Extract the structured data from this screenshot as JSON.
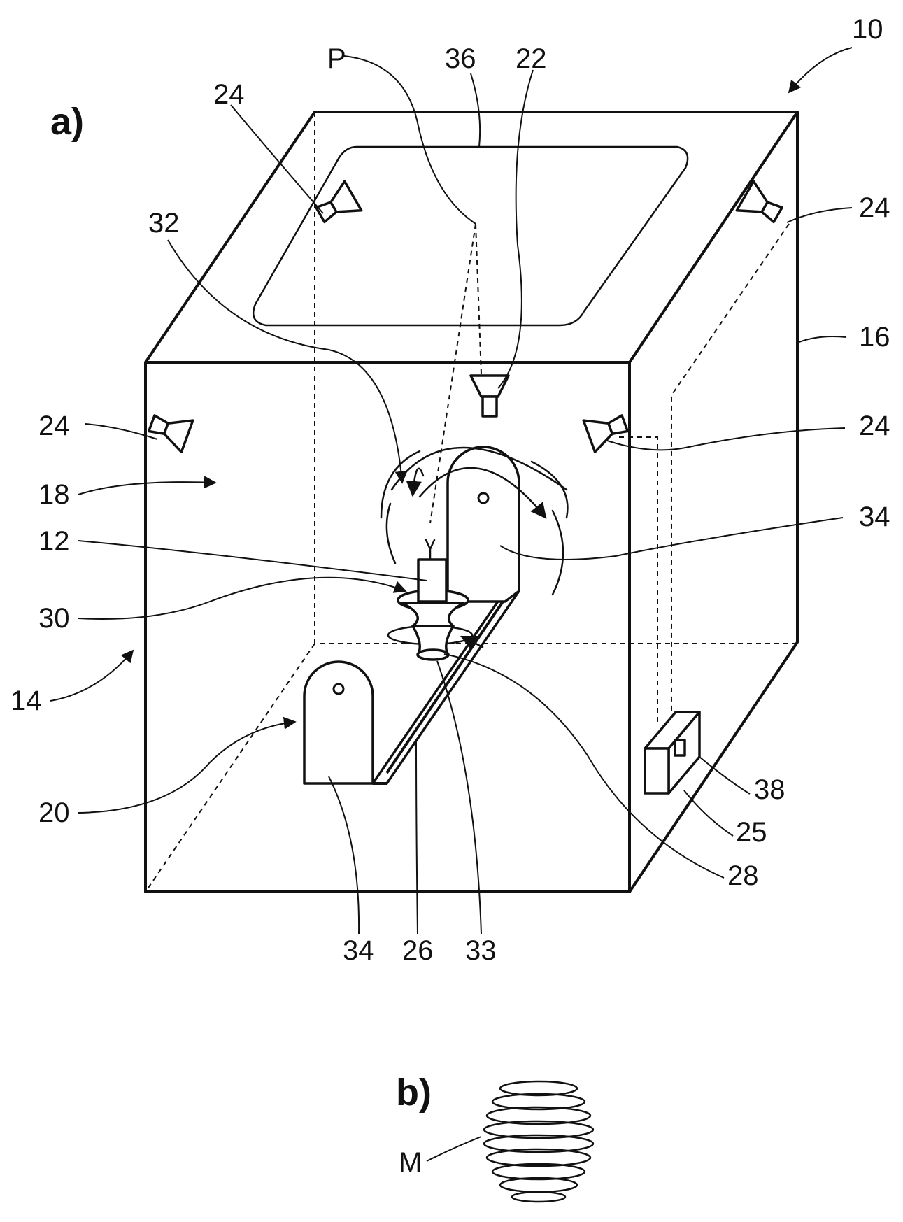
{
  "panels": {
    "a": "a)",
    "b": "b)"
  },
  "labels": {
    "device": "10",
    "sample": "12",
    "enclosure": "14",
    "side_wall": "16",
    "interior": "18",
    "holder": "20",
    "detector_top": "22",
    "light_sources": "24",
    "control_box": "25",
    "beam": "26",
    "rotary_stage": "28",
    "mount": "30",
    "rotation": "32",
    "base": "33",
    "supports": "34",
    "window": "36",
    "display": "38",
    "point": "P",
    "measurement": "M"
  }
}
